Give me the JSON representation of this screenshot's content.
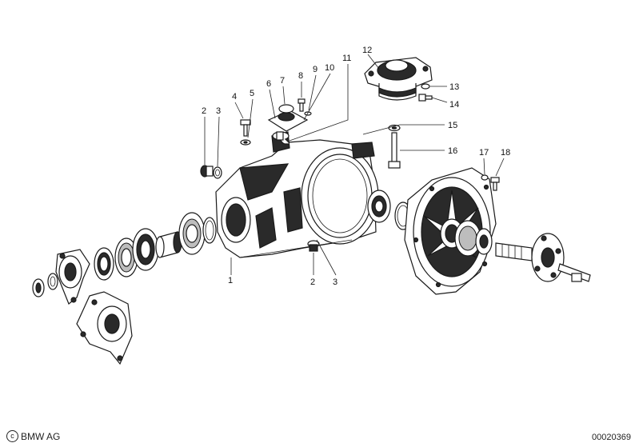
{
  "diagram": {
    "callouts": {
      "c1": "1",
      "c2a": "2",
      "c3a": "3",
      "c4": "4",
      "c5": "5",
      "c6": "6",
      "c7": "7",
      "c8": "8",
      "c9": "9",
      "c10": "10",
      "c11": "11",
      "c12": "12",
      "c13": "13",
      "c14": "14",
      "c15": "15",
      "c16": "16",
      "c17": "17",
      "c18": "18",
      "c2b": "2",
      "c3b": "3"
    }
  },
  "footer": {
    "copyright_symbol": "c",
    "brand": "BMW AG",
    "drawing_number": "00020369"
  }
}
